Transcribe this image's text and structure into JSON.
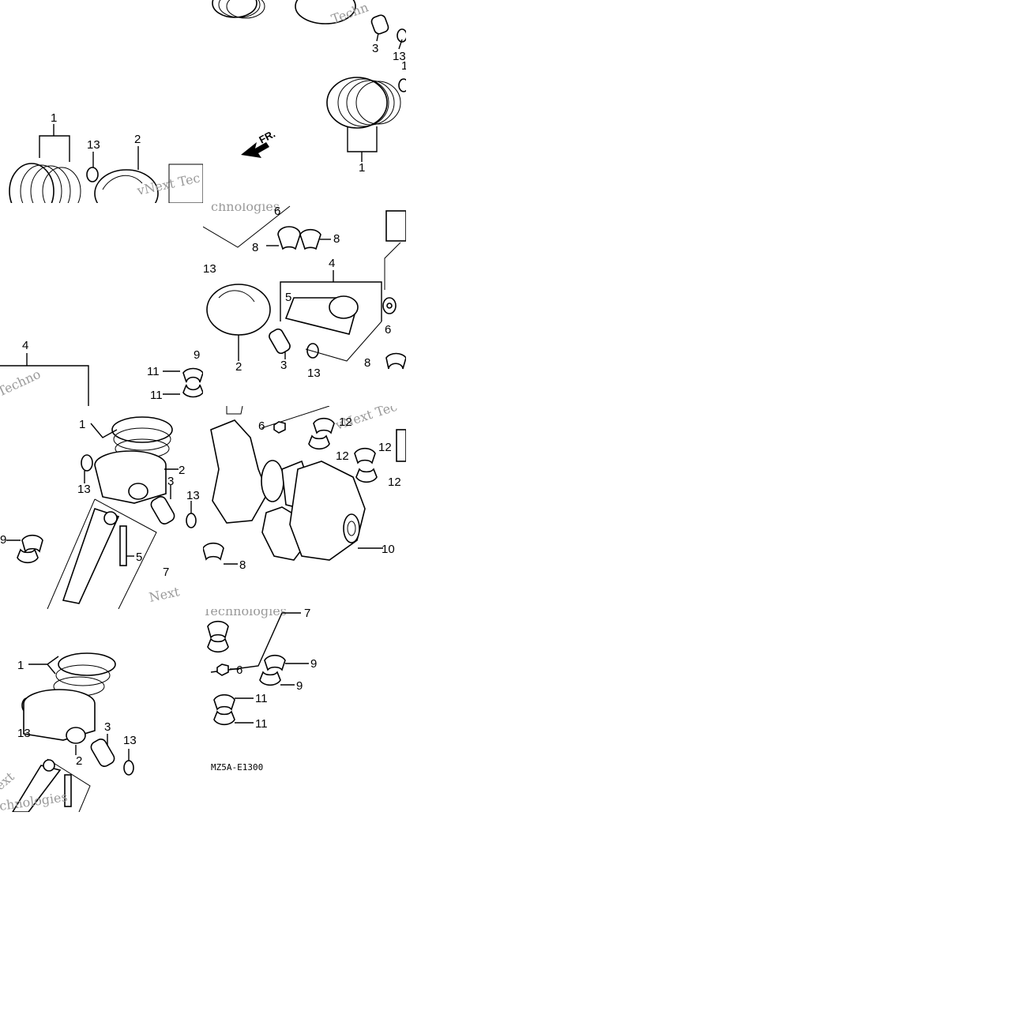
{
  "diagram": {
    "callouts": {
      "t1": [
        "3",
        "13",
        "1",
        "1"
      ],
      "t2": [
        "1",
        "13",
        "2"
      ],
      "t3": [
        "6",
        "8",
        "8",
        "4",
        "13",
        "5",
        "6",
        "2",
        "3",
        "13",
        "8"
      ],
      "t4": [
        "4",
        "9",
        "11",
        "11"
      ],
      "t5": [
        "6",
        "12",
        "12",
        "12",
        "12",
        "10",
        "8"
      ],
      "t6": [
        "1",
        "2",
        "13",
        "3",
        "13",
        "9",
        "5",
        "7"
      ],
      "t7": [
        "7",
        "9",
        "9",
        "11",
        "11",
        "6"
      ],
      "t8": [
        "1",
        "13",
        "3",
        "13",
        "2"
      ]
    },
    "front_arrow_label": "FR.",
    "diagram_code": "MZ5A-E1300",
    "watermarks": [
      "Techn",
      "vNext Tec",
      "chnologies",
      "Techno",
      "vNext Tec",
      "Next",
      "Technologies",
      "ext",
      "chnologies"
    ]
  },
  "colors": {
    "background": "#ffffff",
    "line": "#000000",
    "watermark": "#9a9a9a"
  }
}
